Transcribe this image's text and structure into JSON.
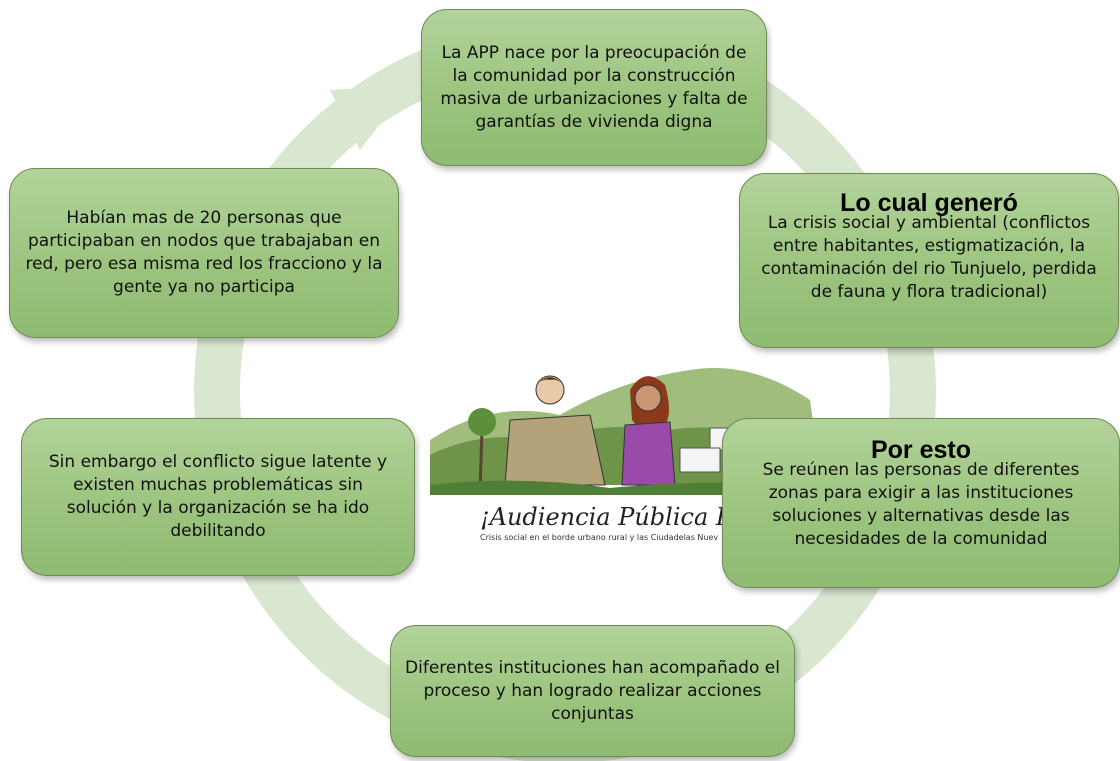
{
  "colors": {
    "node_fill": "#9cc47f",
    "node_border": "#6f8a54",
    "cycle_arrow": "#d9e6d0"
  },
  "nodes": [
    {
      "id": "n1",
      "heading": "",
      "text": "La APP nace por la preocupación de la comunidad por la construcción masiva de urbanizaciones y falta de garantías de vivienda digna"
    },
    {
      "id": "n2",
      "heading": "Lo cual generó",
      "text": "La crisis social y ambiental (conflictos entre habitantes, estigmatización, la contaminación del rio Tunjuelo, perdida de fauna y flora tradicional)"
    },
    {
      "id": "n3",
      "heading": "Por esto",
      "text": "Se reúnen las personas de diferentes zonas para exigir a las instituciones soluciones y alternativas desde las necesidades de la comunidad"
    },
    {
      "id": "n4",
      "heading": "",
      "text": "Diferentes instituciones han acompañado el proceso y han logrado realizar acciones conjuntas"
    },
    {
      "id": "n5",
      "heading": "",
      "text": "Sin embargo el conflicto sigue latente y existen muchas problemáticas sin solución y la organización se ha ido debilitando"
    },
    {
      "id": "n6",
      "heading": "",
      "text": "Habían mas de 20 personas que participaban en nodos que trabajaban en red, pero esa misma red los fracciono y la gente ya no participa"
    }
  ],
  "illustration": {
    "title": "¡Audiencia Pública Popu",
    "subtitle": "Crisis social en el borde urbano rural y las Ciudadelas Nuev"
  }
}
